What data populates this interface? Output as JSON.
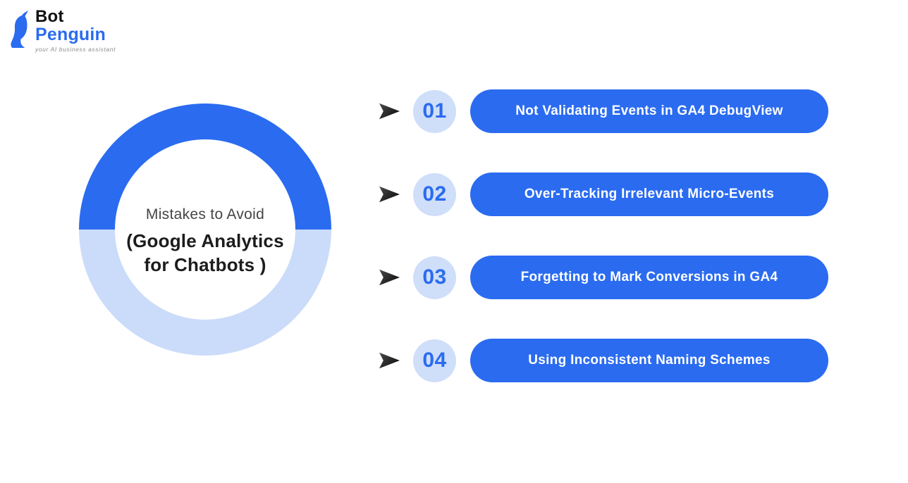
{
  "logo": {
    "bot": "Bot",
    "penguin": "Penguin",
    "tagline": "your AI business assistant"
  },
  "donut": {
    "line1": "Mistakes to Avoid",
    "line2": "(Google Analytics",
    "line3": "for Chatbots )"
  },
  "items": [
    {
      "number": "01",
      "label": "Not Validating Events in GA4 DebugView"
    },
    {
      "number": "02",
      "label": "Over-Tracking Irrelevant Micro-Events"
    },
    {
      "number": "03",
      "label": "Forgetting to Mark Conversions in GA4"
    },
    {
      "number": "04",
      "label": "Using Inconsistent Naming Schemes"
    }
  ],
  "colors": {
    "primary_blue": "#2a6bf0",
    "donut_light_blue": "#cbdcfa",
    "number_circle_blue": "#cfdef9",
    "arrow_dark": "#1b1b1b",
    "heading_dark": "#1c1c1c",
    "background": "#ffffff"
  }
}
